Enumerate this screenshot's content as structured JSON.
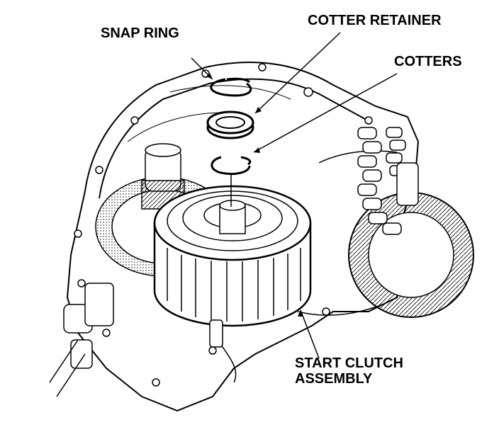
{
  "labels": {
    "snap_ring": "SNAP RING",
    "cotter_retainer": "COTTER RETAINER",
    "cotters": "COTTERS",
    "start_clutch_line1": "START CLUTCH",
    "start_clutch_line2": "ASSEMBLY"
  },
  "colors": {
    "ink": "#000000",
    "paper": "#ffffff",
    "shade": "#bfbfbf"
  }
}
